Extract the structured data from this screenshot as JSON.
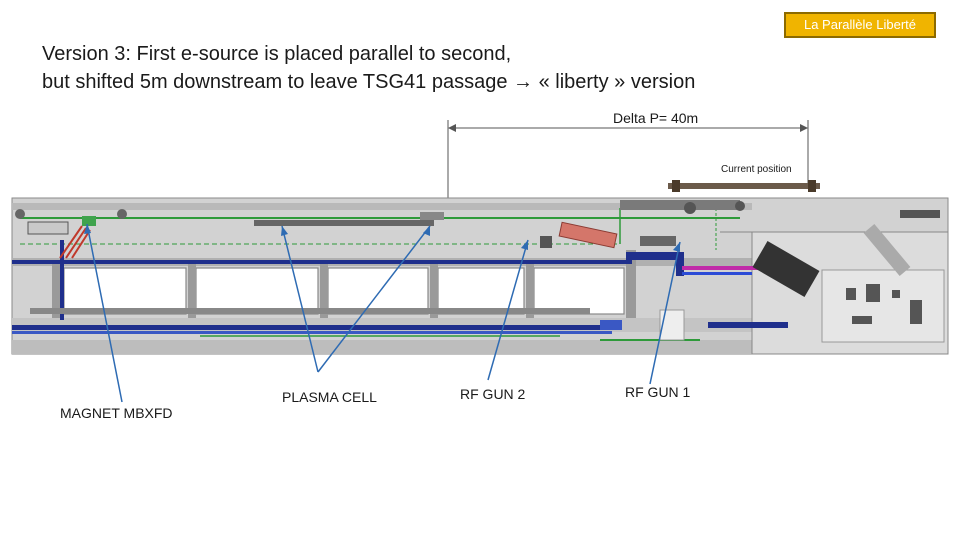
{
  "badge": {
    "text": "La Parallèle Liberté",
    "color": "#f0b400"
  },
  "title": {
    "line1": "Version 3: First e-source is placed parallel to second,",
    "line2_prefix": "but shifted 5m downstream to leave TSG41 passage",
    "arrow_glyph": "→",
    "line2_suffix": "« liberty » version"
  },
  "delta_label": "Delta P= 40m",
  "current_position_label": "Current position",
  "labels": {
    "magnet": "MAGNET MBXFD",
    "plasma": "PLASMA CELL",
    "rfgun2": "RF GUN 2",
    "rfgun1": "RF GUN 1"
  },
  "colors": {
    "pointer": "#2e6bb3",
    "beamline_green": "#2e9a3a",
    "beamline_blue": "#1f2f8c",
    "accent_magenta": "#c02aa8",
    "accent_red": "#c0392b"
  }
}
